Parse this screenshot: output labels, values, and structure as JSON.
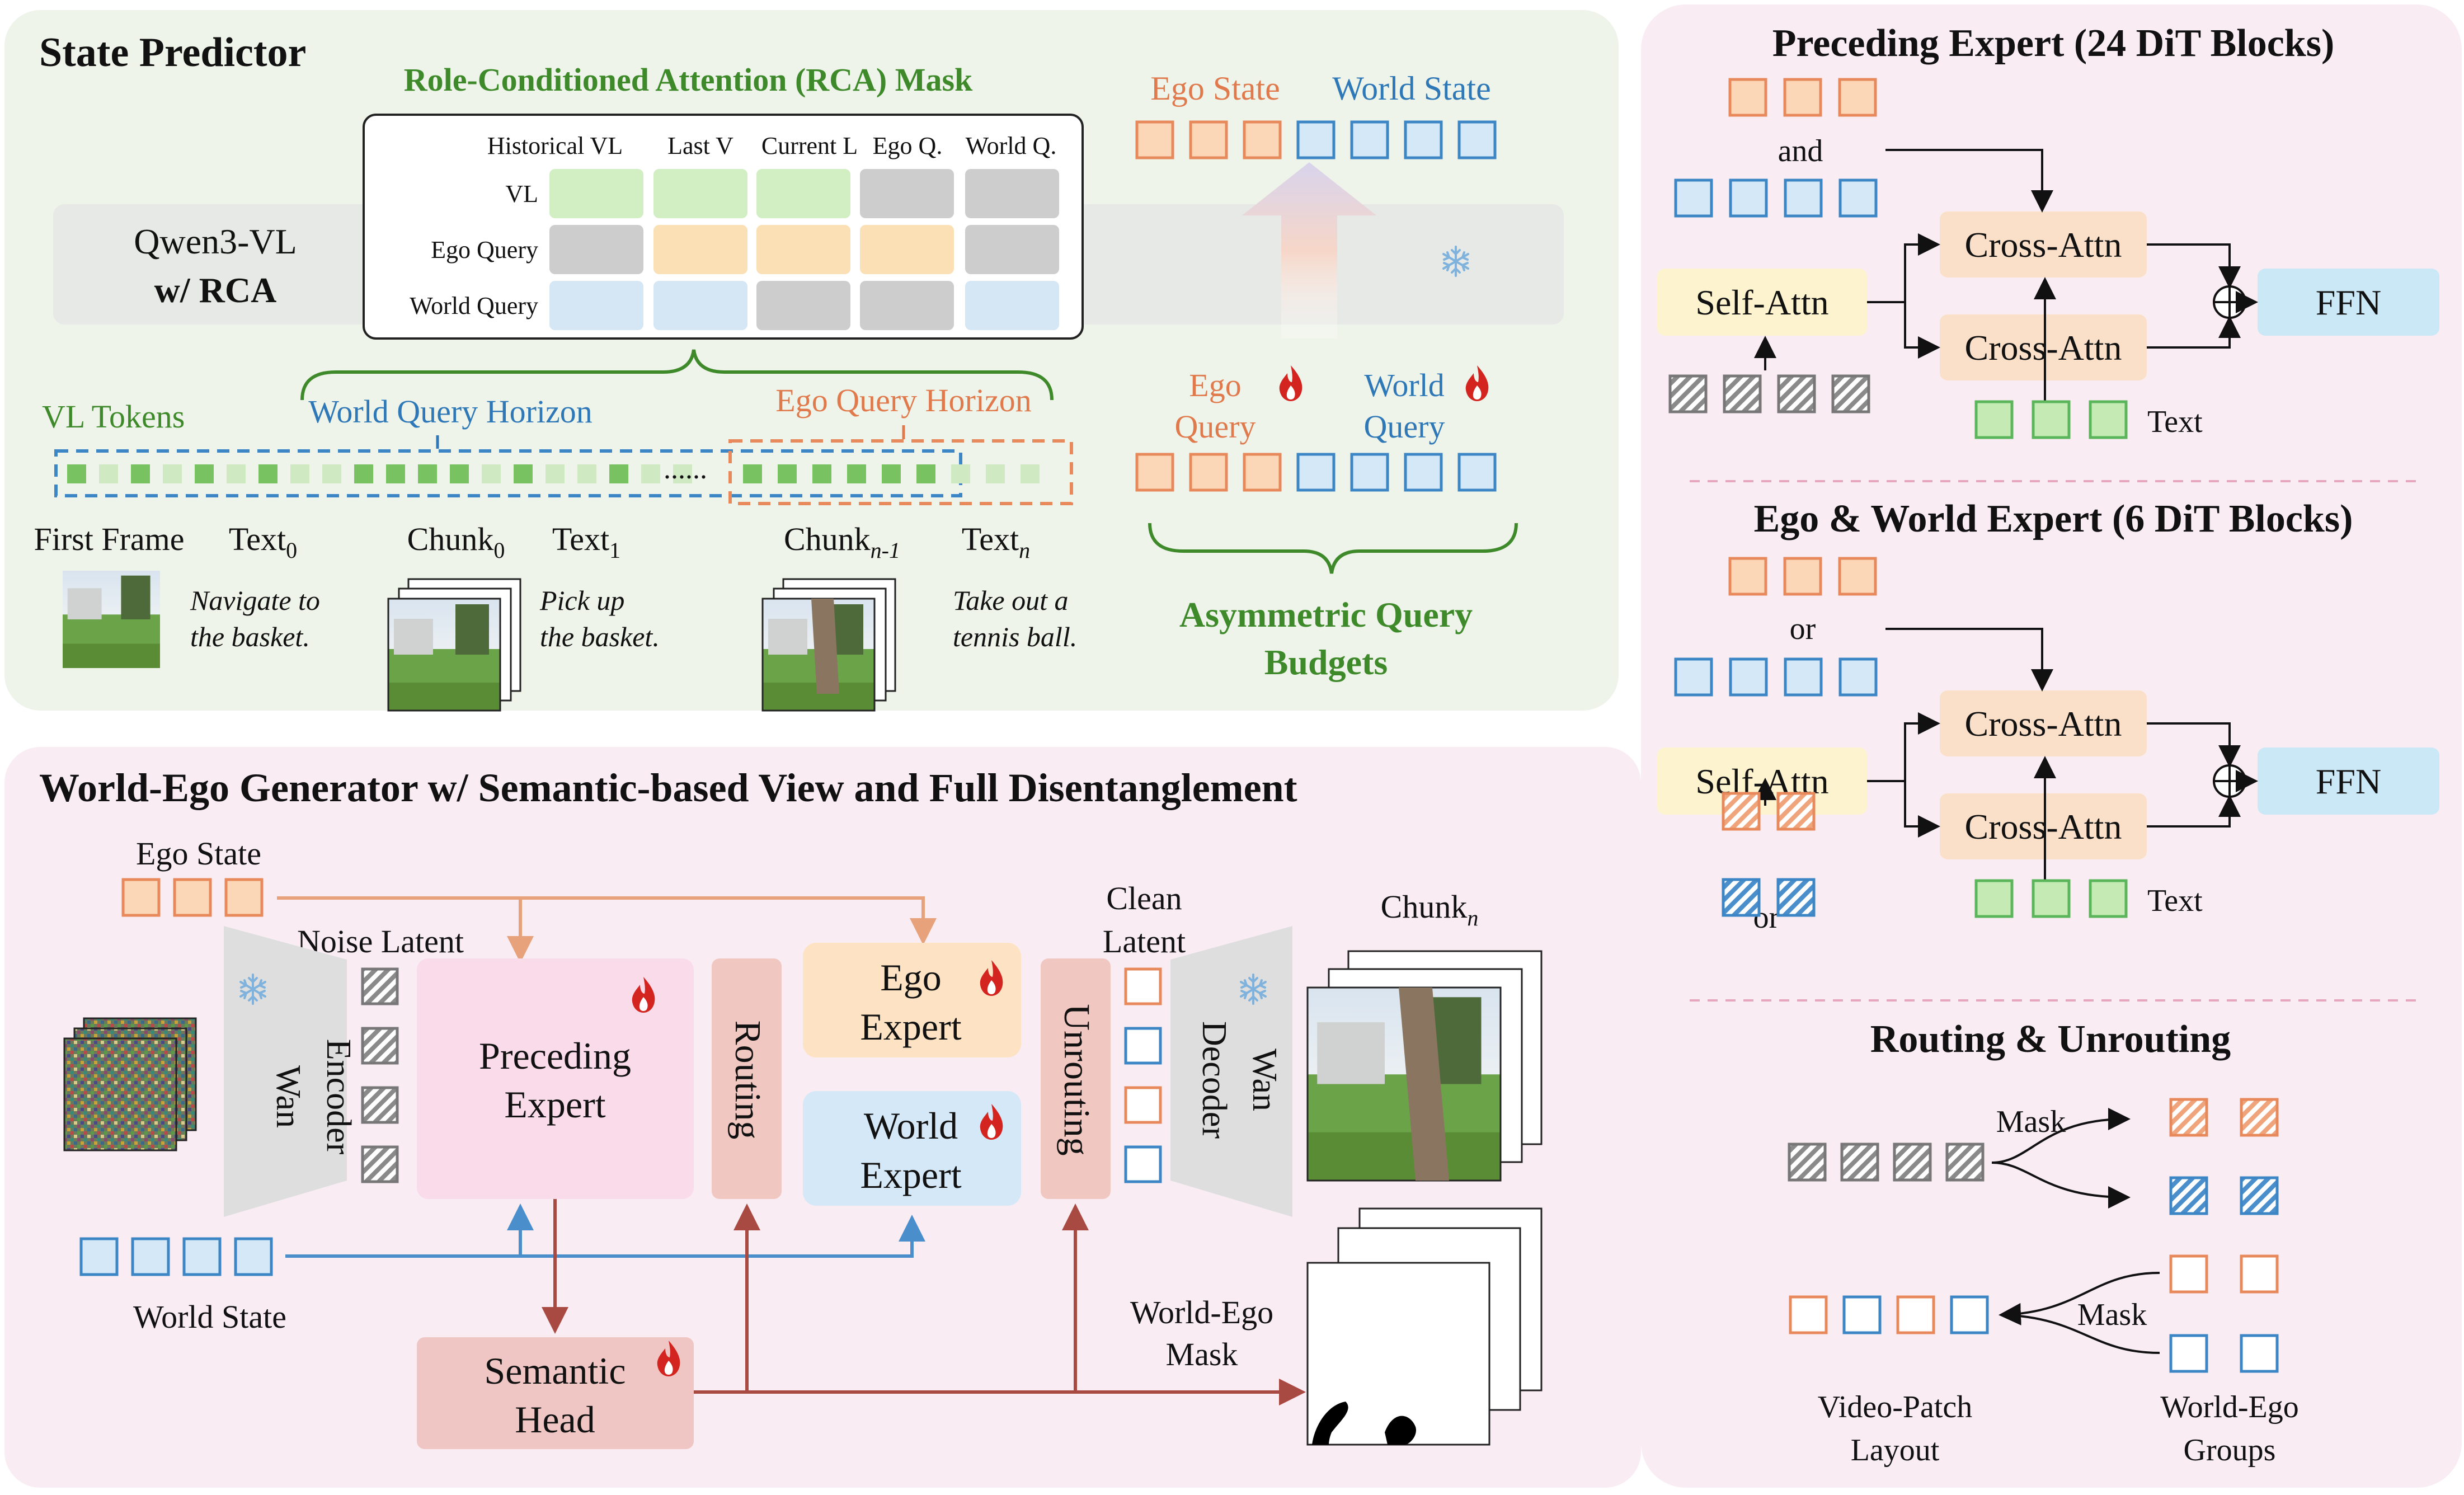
{
  "colors": {
    "ego": "#e8895c",
    "ego_fill": "#fbd7b8",
    "world": "#3d86c6",
    "world_fill": "#d4e8f7",
    "green_text": "#3e8a2a",
    "green_fill": "#c6eab4",
    "green_border": "#5bb55a",
    "rca_pink": "#f7edf2",
    "rca_green_panel": "#eef4ea",
    "grey_token": "#808080",
    "routing_fill": "#f0c7c1",
    "semantic_fill": "#efc6c3",
    "preceding_fill": "#fadbea",
    "self_attn_fill": "#fdf3cf",
    "cross_attn_fill": "#fbe0c9",
    "ffn_fill": "#cbe8f6",
    "arrow_red": "#a84a42",
    "arrow_orange": "#e8a27b",
    "arrow_blue": "#4a8fcb"
  },
  "icons": {
    "frozen": "snowflake-icon",
    "trainable": "flame-icon"
  },
  "state_predictor": {
    "title": "State Predictor",
    "rca_title": "Role-Conditioned Attention (RCA) Mask",
    "model_line1": "Qwen3-VL",
    "model_line2": "w/ RCA",
    "rca_columns": [
      "Historical VL",
      "Last V",
      "Current L",
      "Ego Q.",
      "World Q."
    ],
    "rca_rows": [
      {
        "label": "VL",
        "cells": [
          "g",
          "g",
          "g",
          "x",
          "x"
        ]
      },
      {
        "label": "Ego Query",
        "cells": [
          "x",
          "o",
          "o",
          "o",
          "x"
        ]
      },
      {
        "label": "World Query",
        "cells": [
          "b",
          "b",
          "x",
          "x",
          "b"
        ]
      }
    ],
    "vl_tokens": "VL Tokens",
    "world_query_horizon": "World Query Horizon",
    "ego_query_horizon": "Ego Query Horizon",
    "ellipsis": "......",
    "first_frame": "First Frame",
    "text0_main": "Text",
    "text0_sub": "0",
    "chunk0_main": "Chunk",
    "chunk0_sub": "0",
    "text1_main": "Text",
    "text1_sub": "1",
    "chunkn1_main": "Chunk",
    "chunkn1_sub": "n-1",
    "textn_main": "Text",
    "textn_sub": "n",
    "instr1_l1": "Navigate to",
    "instr1_l2": "the  basket.",
    "instr2_l1": "Pick up",
    "instr2_l2": "the basket.",
    "instr3_l1": "Take out a",
    "instr3_l2": "tennis ball.",
    "ego_state": "Ego State",
    "world_state": "World State",
    "ego_query_l1": "Ego",
    "ego_query_l2": "Query",
    "world_query_l1": "World",
    "world_query_l2": "Query",
    "budgets_l1": "Asymmetric Query",
    "budgets_l2": "Budgets"
  },
  "generator": {
    "title": "World-Ego Generator w/ Semantic-based View and Full Disentanglement",
    "ego_state": "Ego State",
    "noise_latent": "Noise Latent",
    "wan_encoder_l1": "Wan",
    "wan_encoder_l2": "Encoder",
    "preceding_l1": "Preceding",
    "preceding_l2": "Expert",
    "routing": "Routing",
    "ego_expert_l1": "Ego",
    "ego_expert_l2": "Expert",
    "world_expert_l1": "World",
    "world_expert_l2": "Expert",
    "unrouting": "Unrouting",
    "clean_l1": "Clean",
    "clean_l2": "Latent",
    "wan_decoder_l1": "Wan",
    "wan_decoder_l2": "Decoder",
    "chunk_main": "Chunk",
    "chunk_sub": "n",
    "world_state": "World State",
    "semantic_l1": "Semantic",
    "semantic_l2": "Head",
    "mask_l1": "World-Ego",
    "mask_l2": "Mask"
  },
  "right_panel": {
    "preceding_title": "Preceding Expert (24 DiT Blocks)",
    "and": "and",
    "ego_world_title": "Ego & World Expert (6 DiT Blocks)",
    "or": "or",
    "self_attn": "Self-Attn",
    "cross_attn": "Cross-Attn",
    "ffn": "FFN",
    "text": "Text",
    "routing_title": "Routing & Unrouting",
    "mask": "Mask",
    "layout_l1": "Video-Patch",
    "layout_l2": "Layout",
    "groups_l1": "World-Ego",
    "groups_l2": "Groups"
  }
}
